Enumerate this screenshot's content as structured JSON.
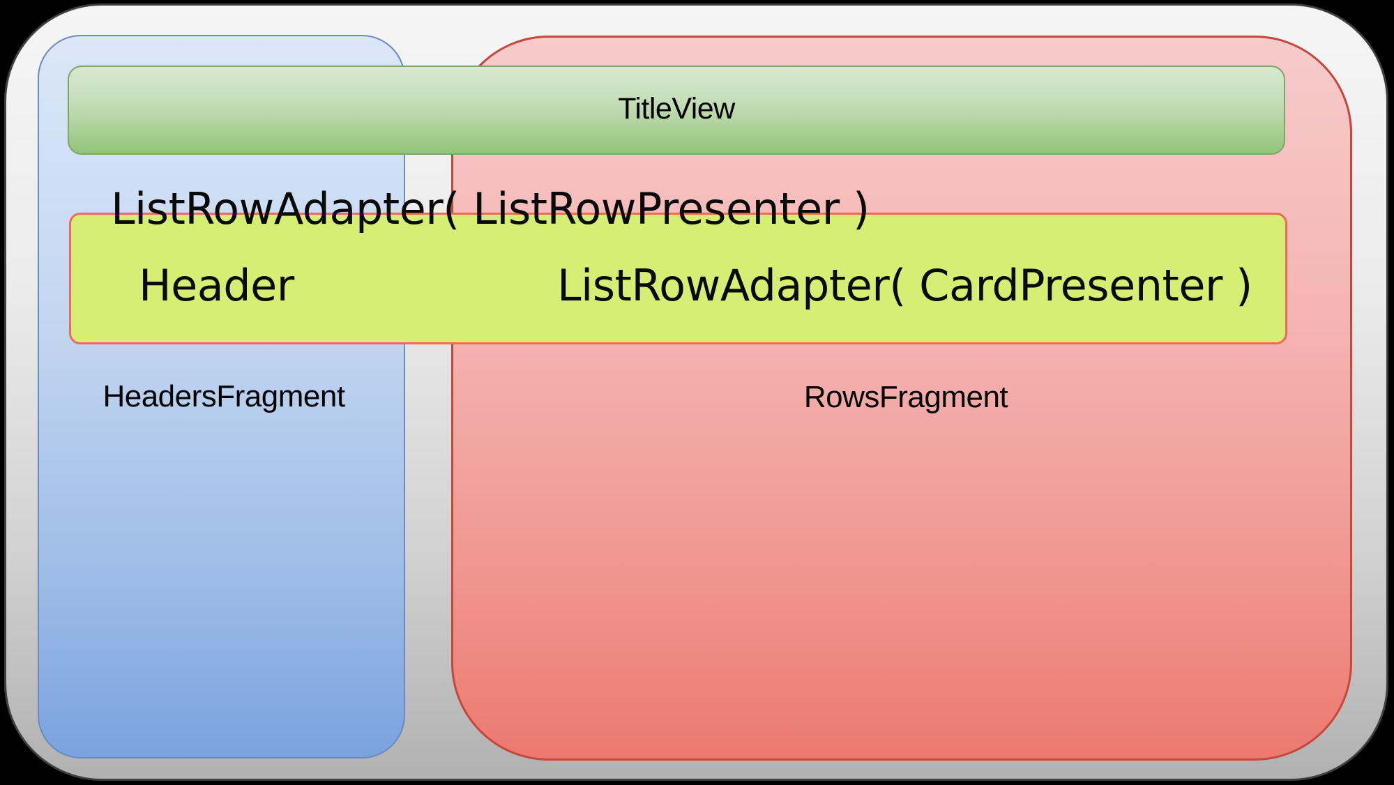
{
  "diagram": {
    "description": "Android Leanback BrowseFragment structure diagram",
    "frame": {
      "outer_background": "#000000",
      "fill_top": "#f5f5f5",
      "fill_bottom": "#b1b1b1",
      "border_color": "#3f3f3f"
    },
    "title_view": {
      "label": "TitleView",
      "fill_top": "#d8e9d1",
      "fill_bottom": "#92c57a",
      "border_color": "#7ca663"
    },
    "headers_fragment": {
      "label": "HeadersFragment",
      "fill_top": "#dbe7f8",
      "fill_bottom": "#7aa2de",
      "border_color": "#6b8abf"
    },
    "rows_fragment": {
      "label": "RowsFragment",
      "fill_top": "#f7cbcb",
      "fill_bottom": "#ec7970",
      "border_color": "#c4473a"
    },
    "list_row_adapter": {
      "presenter_text": "ListRowAdapter( ListRowPresenter )"
    },
    "list_row_bar": {
      "header_label": "Header",
      "card_presenter_label": "ListRowAdapter( CardPresenter )",
      "fill": "#d7ee74",
      "border_color": "#f3685a"
    }
  }
}
